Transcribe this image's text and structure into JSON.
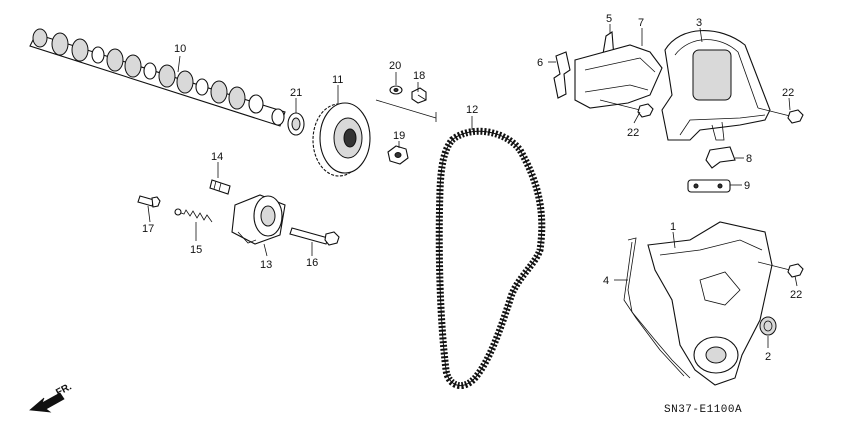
{
  "diagram": {
    "code": "SN37-E1100A",
    "direction_label": "FR.",
    "callouts": [
      {
        "id": "c1",
        "text": "1"
      },
      {
        "id": "c2",
        "text": "2"
      },
      {
        "id": "c3",
        "text": "3"
      },
      {
        "id": "c4",
        "text": "4"
      },
      {
        "id": "c5",
        "text": "5"
      },
      {
        "id": "c6",
        "text": "6"
      },
      {
        "id": "c7",
        "text": "7"
      },
      {
        "id": "c8",
        "text": "8"
      },
      {
        "id": "c9",
        "text": "9"
      },
      {
        "id": "c10",
        "text": "10"
      },
      {
        "id": "c11",
        "text": "11"
      },
      {
        "id": "c12",
        "text": "12"
      },
      {
        "id": "c13",
        "text": "13"
      },
      {
        "id": "c14",
        "text": "14"
      },
      {
        "id": "c15",
        "text": "15"
      },
      {
        "id": "c16",
        "text": "16"
      },
      {
        "id": "c17",
        "text": "17"
      },
      {
        "id": "c18",
        "text": "18"
      },
      {
        "id": "c19",
        "text": "19"
      },
      {
        "id": "c20",
        "text": "20"
      },
      {
        "id": "c21",
        "text": "21"
      },
      {
        "id": "c22a",
        "text": "22"
      },
      {
        "id": "c22b",
        "text": "22"
      },
      {
        "id": "c22c",
        "text": "22"
      }
    ]
  }
}
